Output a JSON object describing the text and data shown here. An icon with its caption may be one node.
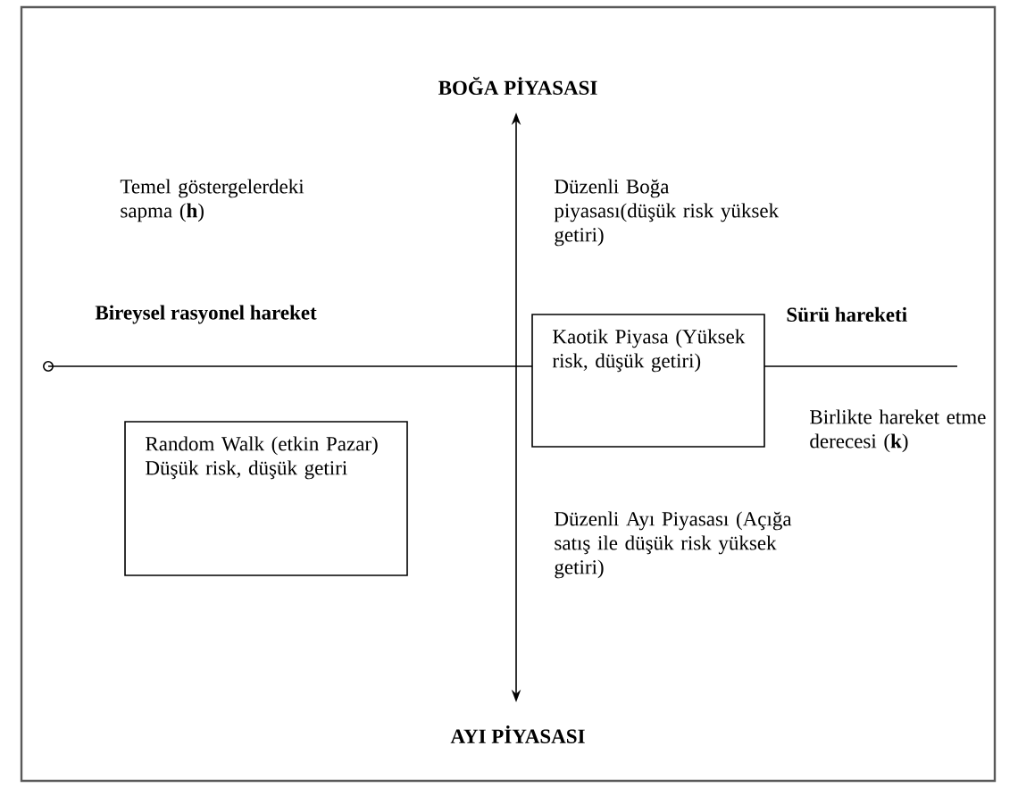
{
  "diagram": {
    "nodes": [
      {
        "text": [
          "Kaotik Piyasa (Yüksek risk, düşük getiri)"
        ]
      },
      {
        "text": [
          "Random Walk (etkin Pazar) Düşük risk, düşük getiri"
        ]
      }
    ],
    "labels": [
      "BOĞA PİYASASI",
      "Temel göstergelerdeki sapma (**h**)",
      "Düzenli Boğa piyasası(düşük risk yüksek getiri)",
      "Bireysel rasyonel hareket",
      "Sürü hareketi",
      "Birlikte hareket etme derecesi (**k**)",
      "Düzenli Ayı Piyasası (Açığa satış ile düşük risk yüksek getiri)",
      "AYI PİYASASI"
    ]
  }
}
